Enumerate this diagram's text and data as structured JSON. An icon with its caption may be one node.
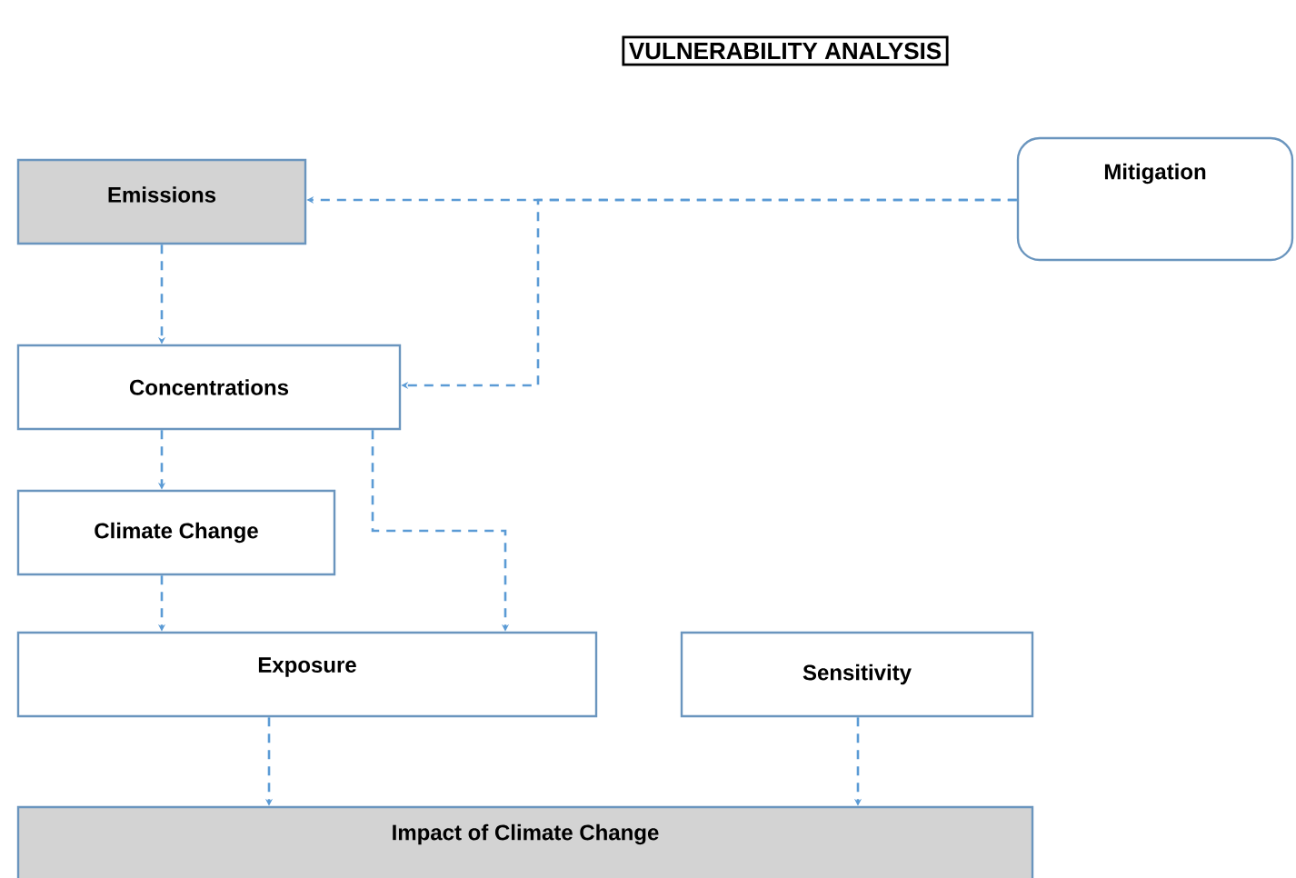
{
  "diagram": {
    "title": "VULNERABILITY ANALYSIS",
    "nodes": [
      {
        "text": [
          "Emissions"
        ]
      },
      {
        "text": [
          "Mitigation"
        ]
      },
      {
        "text": [
          "Concentrations"
        ]
      },
      {
        "text": [
          "Climate Change"
        ]
      },
      {
        "text": [
          "Exposure"
        ]
      },
      {
        "text": [
          "Sensitivity"
        ]
      },
      {
        "text": [
          "Impact of Climate Change"
        ]
      }
    ],
    "edges": [
      {
        "from": 1,
        "to": 0,
        "arrow": "to",
        "style": "dashed"
      },
      {
        "from": 1,
        "to": 2,
        "arrow": "to",
        "style": "dashed"
      },
      {
        "from": 0,
        "to": 2,
        "arrow": "to",
        "style": "dashed"
      },
      {
        "from": 2,
        "to": 3,
        "arrow": "to",
        "style": "dashed"
      },
      {
        "from": 2,
        "to": 4,
        "arrow": "to",
        "style": "dashed"
      },
      {
        "from": 3,
        "to": 4,
        "arrow": "to",
        "style": "dashed"
      },
      {
        "from": 4,
        "to": 6,
        "arrow": "to",
        "style": "dashed"
      },
      {
        "from": 5,
        "to": 6,
        "arrow": "to",
        "style": "dashed"
      }
    ]
  }
}
